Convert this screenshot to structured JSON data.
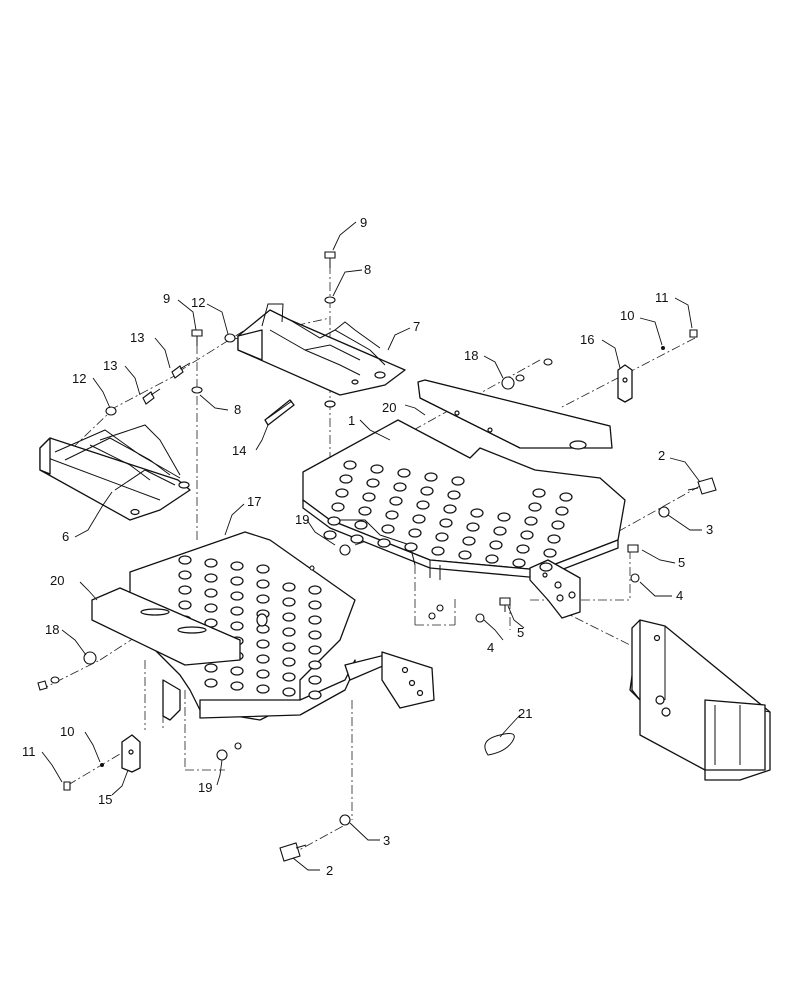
{
  "diagram": {
    "callouts": [
      {
        "id": "c1",
        "label": "1"
      },
      {
        "id": "c2a",
        "label": "2"
      },
      {
        "id": "c2b",
        "label": "2"
      },
      {
        "id": "c3a",
        "label": "3"
      },
      {
        "id": "c3b",
        "label": "3"
      },
      {
        "id": "c4a",
        "label": "4"
      },
      {
        "id": "c4b",
        "label": "4"
      },
      {
        "id": "c5a",
        "label": "5"
      },
      {
        "id": "c5b",
        "label": "5"
      },
      {
        "id": "c6",
        "label": "6"
      },
      {
        "id": "c7",
        "label": "7"
      },
      {
        "id": "c8a",
        "label": "8"
      },
      {
        "id": "c8b",
        "label": "8"
      },
      {
        "id": "c9a",
        "label": "9"
      },
      {
        "id": "c9b",
        "label": "9"
      },
      {
        "id": "c10a",
        "label": "10"
      },
      {
        "id": "c10b",
        "label": "10"
      },
      {
        "id": "c11a",
        "label": "11"
      },
      {
        "id": "c11b",
        "label": "11"
      },
      {
        "id": "c12a",
        "label": "12"
      },
      {
        "id": "c12b",
        "label": "12"
      },
      {
        "id": "c13a",
        "label": "13"
      },
      {
        "id": "c13b",
        "label": "13"
      },
      {
        "id": "c14",
        "label": "14"
      },
      {
        "id": "c15",
        "label": "15"
      },
      {
        "id": "c16",
        "label": "16"
      },
      {
        "id": "c17",
        "label": "17"
      },
      {
        "id": "c18a",
        "label": "18"
      },
      {
        "id": "c18b",
        "label": "18"
      },
      {
        "id": "c19a",
        "label": "19"
      },
      {
        "id": "c19b",
        "label": "19"
      },
      {
        "id": "c20a",
        "label": "20"
      },
      {
        "id": "c20b",
        "label": "20"
      },
      {
        "id": "c21",
        "label": "21"
      }
    ]
  }
}
